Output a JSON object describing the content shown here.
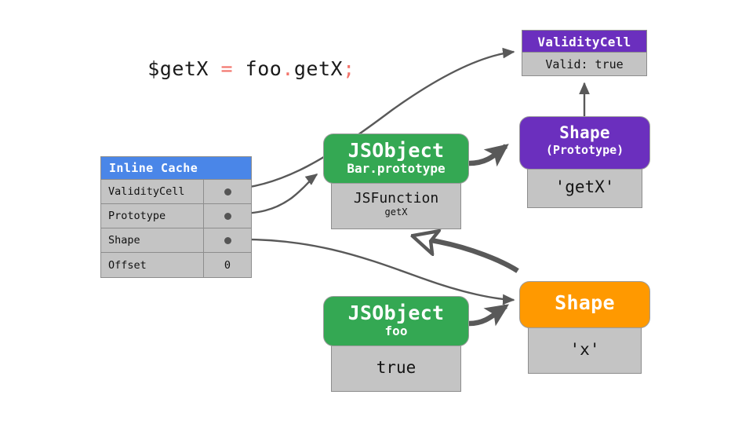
{
  "code": {
    "tokens": [
      {
        "text": "$getX ",
        "kind": "plain"
      },
      {
        "text": "=",
        "kind": "punct"
      },
      {
        "text": " foo",
        "kind": "plain"
      },
      {
        "text": ".",
        "kind": "punct"
      },
      {
        "text": "getX",
        "kind": "plain"
      },
      {
        "text": ";",
        "kind": "punct"
      }
    ],
    "full": "$getX = foo.getX;"
  },
  "colors": {
    "blue": "#4a86e8",
    "green": "#34a853",
    "purple": "#6b2fbe",
    "orange": "#ff9900",
    "gray_body": "#c4c4c4",
    "gray_border": "#8d8d8d",
    "arrow": "#595959",
    "punct": "#f2736a"
  },
  "inline_cache": {
    "title": "Inline Cache",
    "rows": [
      {
        "key": "ValidityCell",
        "value": "",
        "pointer": true
      },
      {
        "key": "Prototype",
        "value": "",
        "pointer": true
      },
      {
        "key": "Shape",
        "value": "",
        "pointer": true
      },
      {
        "key": "Offset",
        "value": "0",
        "pointer": false
      }
    ]
  },
  "nodes": {
    "validity_cell": {
      "title": "ValidityCell",
      "subtitle": "",
      "body": "Valid: true"
    },
    "shape_prototype": {
      "title": "Shape",
      "subtitle": "(Prototype)",
      "body": "'getX'"
    },
    "jsobject_bar": {
      "title": "JSObject",
      "subtitle": "Bar.prototype",
      "body": "JSFunction",
      "body_sub": "getX"
    },
    "shape_x": {
      "title": "Shape",
      "subtitle": "",
      "body": "'x'"
    },
    "jsobject_foo": {
      "title": "JSObject",
      "subtitle": "foo",
      "body": "true"
    }
  },
  "edges": [
    {
      "name": "ic-validitycell-to-validitycell",
      "from": "inline-cache.ValidityCell",
      "to": "validity-cell",
      "style": "thin"
    },
    {
      "name": "ic-prototype-to-jsobject-bar",
      "from": "inline-cache.Prototype",
      "to": "jsobject-bar-prototype",
      "style": "thin"
    },
    {
      "name": "ic-shape-to-shape-x",
      "from": "inline-cache.Shape",
      "to": "shape-x",
      "style": "thin"
    },
    {
      "name": "jsobject-bar-to-shape-prototype",
      "from": "jsobject-bar-prototype",
      "to": "shape-prototype",
      "style": "thick"
    },
    {
      "name": "shape-prototype-to-validity-cell",
      "from": "shape-prototype",
      "to": "validity-cell",
      "style": "thin"
    },
    {
      "name": "shape-x-to-jsfunction",
      "from": "shape-x",
      "to": "jsobject-bar-prototype-body",
      "style": "thick-hollow"
    },
    {
      "name": "jsobject-foo-to-shape-x",
      "from": "jsobject-foo",
      "to": "shape-x",
      "style": "thick"
    }
  ]
}
